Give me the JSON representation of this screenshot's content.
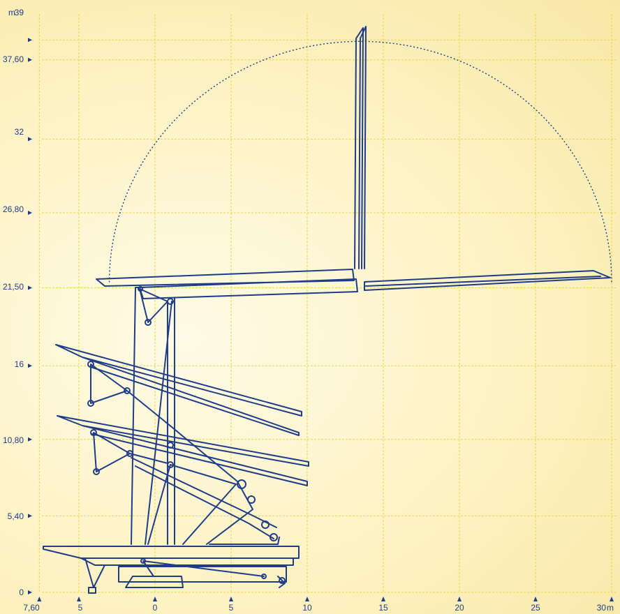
{
  "colors": {
    "ink": "#1f3c88",
    "grid": "#e9d64a",
    "background": "#fdf2c2"
  },
  "y_axis": {
    "unit_label": "m",
    "ticks": [
      {
        "value": 0,
        "label": "0"
      },
      {
        "value": 5.4,
        "label": "5,40"
      },
      {
        "value": 10.8,
        "label": "10,80"
      },
      {
        "value": 16,
        "label": "16"
      },
      {
        "value": 21.5,
        "label": "21,50"
      },
      {
        "value": 26.8,
        "label": "26,80"
      },
      {
        "value": 32,
        "label": "32"
      },
      {
        "value": 37.6,
        "label": "37,60"
      },
      {
        "value": 39,
        "label": "39"
      }
    ]
  },
  "x_axis": {
    "unit_label": "m",
    "ticks": [
      {
        "value": -7.6,
        "label": "7,60"
      },
      {
        "value": -5,
        "label": "5"
      },
      {
        "value": 0,
        "label": "0"
      },
      {
        "value": 5,
        "label": "5"
      },
      {
        "value": 10,
        "label": "10"
      },
      {
        "value": 15,
        "label": "15"
      },
      {
        "value": 20,
        "label": "20"
      },
      {
        "value": 25,
        "label": "25"
      },
      {
        "value": 30,
        "label": "30"
      }
    ]
  },
  "envelope": {
    "center_x": 13.5,
    "center_y": 21.9,
    "radius_x": 16.5,
    "radius_y": 17.0
  }
}
